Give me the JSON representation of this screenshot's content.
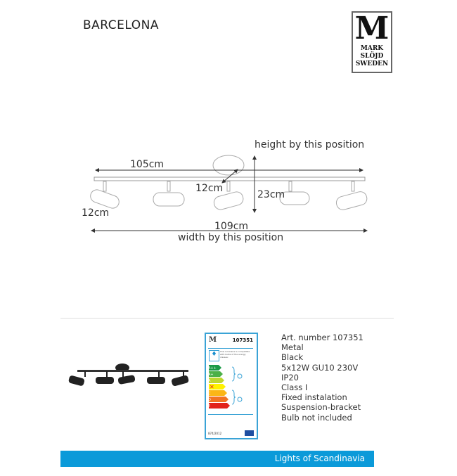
{
  "title": "BARCELONA",
  "logo": {
    "letter": "M",
    "lines": [
      "MARK",
      "SLÖJD",
      "SWEDEN"
    ]
  },
  "dimensions": {
    "height_note": "height by this position",
    "width_note": "width by this position",
    "bar_length": "105cm",
    "total_width": "109cm",
    "height": "23cm",
    "base_diameter": "12cm",
    "spot_length": "12cm"
  },
  "energy_label": {
    "article": "107351",
    "text": "This luminaire is compatible with bulbs of the energy classes:",
    "classes": [
      "A++",
      "A+",
      "A",
      "B",
      "C",
      "D",
      "E"
    ],
    "regulation": "874/2012"
  },
  "specs": [
    "Art. number 107351",
    "Metal",
    "Black",
    "5x12W GU10 230V",
    "IP20",
    "Class I",
    "Fixed instalation",
    "Suspension-bracket",
    "Bulb not included"
  ],
  "banner": "Lights of Scandinavia"
}
